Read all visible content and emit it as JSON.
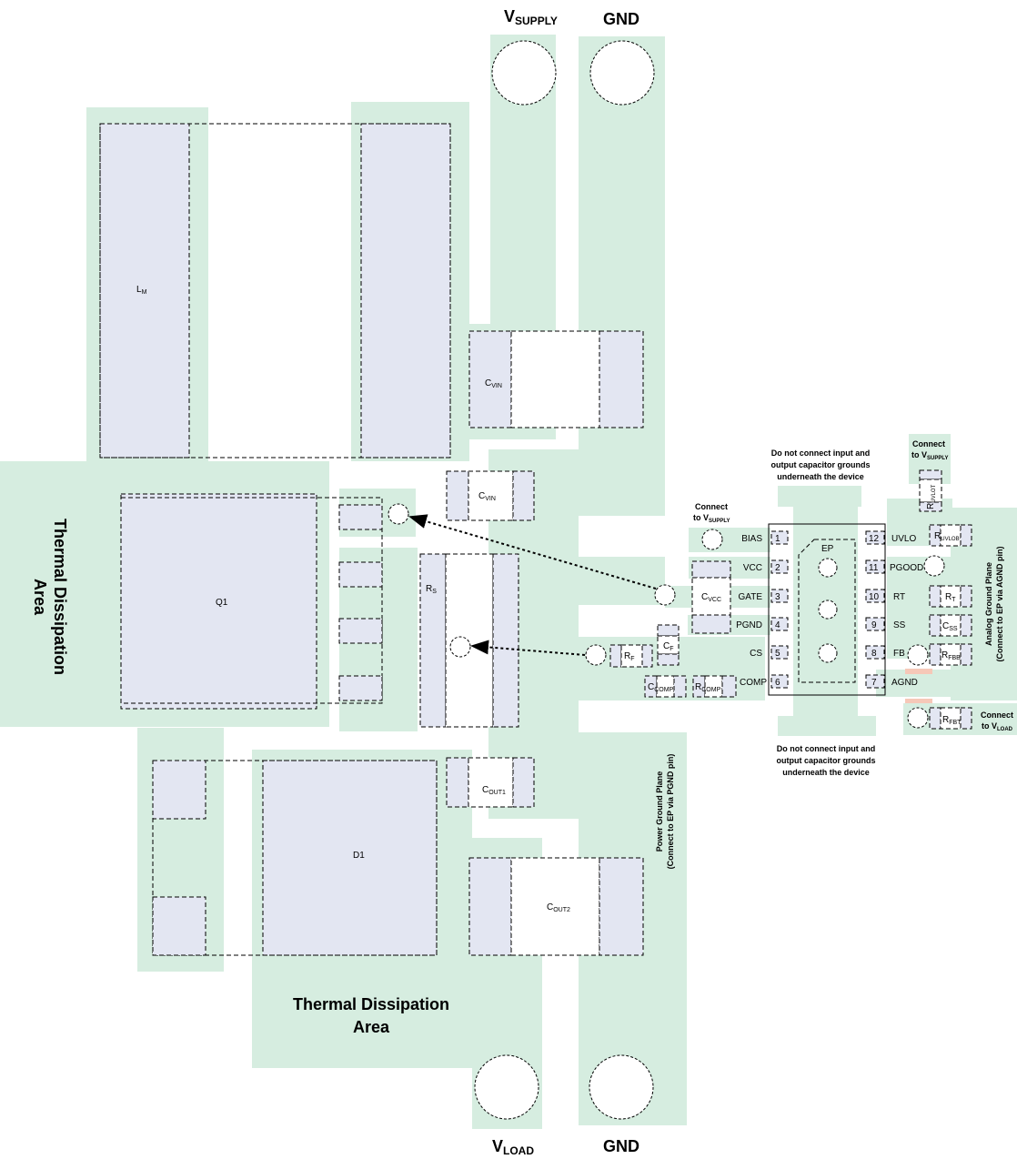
{
  "nets": {
    "vsupply_top": {
      "main": "V",
      "sub": "SUPPLY"
    },
    "gnd_top": "GND",
    "vload_bottom": {
      "main": "V",
      "sub": "LOAD"
    },
    "gnd_bottom": "GND"
  },
  "components": {
    "lm": {
      "main": "L",
      "sub": "M"
    },
    "cvin1": {
      "main": "C",
      "sub": "VIN"
    },
    "cvin2": {
      "main": "C",
      "sub": "VIN"
    },
    "q1": "Q1",
    "rs": {
      "main": "R",
      "sub": "S"
    },
    "cvcc": {
      "main": "C",
      "sub": "VCC"
    },
    "cf": {
      "main": "C",
      "sub": "F"
    },
    "rf": {
      "main": "R",
      "sub": "F"
    },
    "ccomp": {
      "main": "C",
      "sub": "COMP"
    },
    "rcomp": {
      "main": "R",
      "sub": "COMP"
    },
    "cout1": {
      "main": "C",
      "sub": "OUT1"
    },
    "cout2": {
      "main": "C",
      "sub": "OUT2"
    },
    "d1": "D1",
    "ruvlot": {
      "main": "R",
      "sub": "UVLOT"
    },
    "ruvlob": {
      "main": "R",
      "sub": "UVLOB"
    },
    "rt": {
      "main": "R",
      "sub": "T"
    },
    "css": {
      "main": "C",
      "sub": "SS"
    },
    "rfbb": {
      "main": "R",
      "sub": "FBB"
    },
    "rfbt": {
      "main": "R",
      "sub": "FBT"
    },
    "ep": "EP"
  },
  "pins_left": [
    {
      "num": "1",
      "name": "BIAS"
    },
    {
      "num": "2",
      "name": "VCC"
    },
    {
      "num": "3",
      "name": "GATE"
    },
    {
      "num": "4",
      "name": "PGND"
    },
    {
      "num": "5",
      "name": "CS"
    },
    {
      "num": "6",
      "name": "COMP"
    }
  ],
  "pins_right": [
    {
      "num": "12",
      "name": "UVLO"
    },
    {
      "num": "11",
      "name": "PGOOD"
    },
    {
      "num": "10",
      "name": "RT"
    },
    {
      "num": "9",
      "name": "SS"
    },
    {
      "num": "8",
      "name": "FB"
    },
    {
      "num": "7",
      "name": "AGND"
    }
  ],
  "notes": {
    "top_warning": [
      "Do not connect input and",
      "output capacitor grounds",
      "underneath the device"
    ],
    "bottom_warning": [
      "Do not connect input and",
      "output capacitor grounds",
      "underneath the device"
    ],
    "connect_vsupply_bias": {
      "line1": "Connect",
      "line2_main": "to V",
      "line2_sub": "SUPPLY"
    },
    "connect_vsupply_uvlo": {
      "line1": "Connect",
      "line2_main": "to V",
      "line2_sub": "SUPPLY"
    },
    "connect_vload": {
      "line1": "Connect",
      "line2_main": "to V",
      "line2_sub": "LOAD"
    },
    "analog_ground": [
      "Analog Ground Plane",
      "(Connect to EP via AGND pin)"
    ],
    "power_ground": [
      "Power Ground Plane",
      "(Connect to EP via PGND pin)"
    ],
    "thermal_left": [
      "Thermal Dissipation",
      "Area"
    ],
    "thermal_bottom": [
      "Thermal Dissipation",
      "Area"
    ]
  },
  "colors": {
    "copper": "#d6ede0",
    "component": "#e3e6f2",
    "via_strip": "#f6c8b8"
  }
}
